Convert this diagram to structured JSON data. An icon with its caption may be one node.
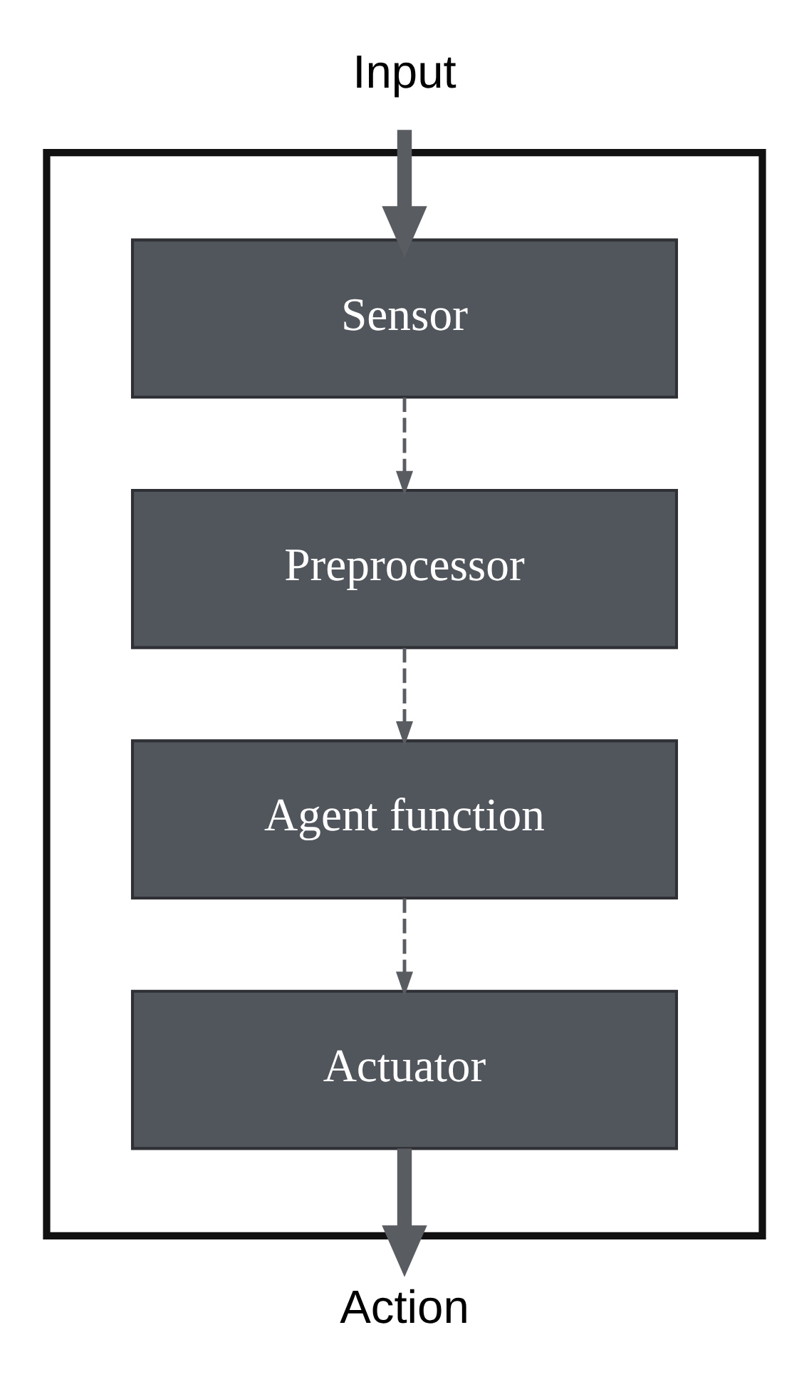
{
  "diagram": {
    "nodes": [
      {
        "text": [
          "Input"
        ]
      },
      {
        "text": [],
        "shape": "box"
      },
      {
        "text": [
          "Sensor"
        ],
        "in": 1
      },
      {
        "text": [
          "Preprocessor"
        ],
        "in": 1
      },
      {
        "text": [
          "Agent function"
        ],
        "in": 1
      },
      {
        "text": [
          "Actuator"
        ],
        "in": 1
      },
      {
        "text": [
          "Action"
        ]
      }
    ],
    "edges": [
      {
        "from": 0,
        "to": 2,
        "arrow": "to",
        "style": "thick"
      },
      {
        "from": 2,
        "to": 3,
        "arrow": "to",
        "style": "dashed"
      },
      {
        "from": 3,
        "to": 4,
        "arrow": "to",
        "style": "dashed"
      },
      {
        "from": 4,
        "to": 5,
        "arrow": "to",
        "style": "dashed"
      },
      {
        "from": 5,
        "to": 6,
        "arrow": "to",
        "style": "thick"
      }
    ]
  }
}
